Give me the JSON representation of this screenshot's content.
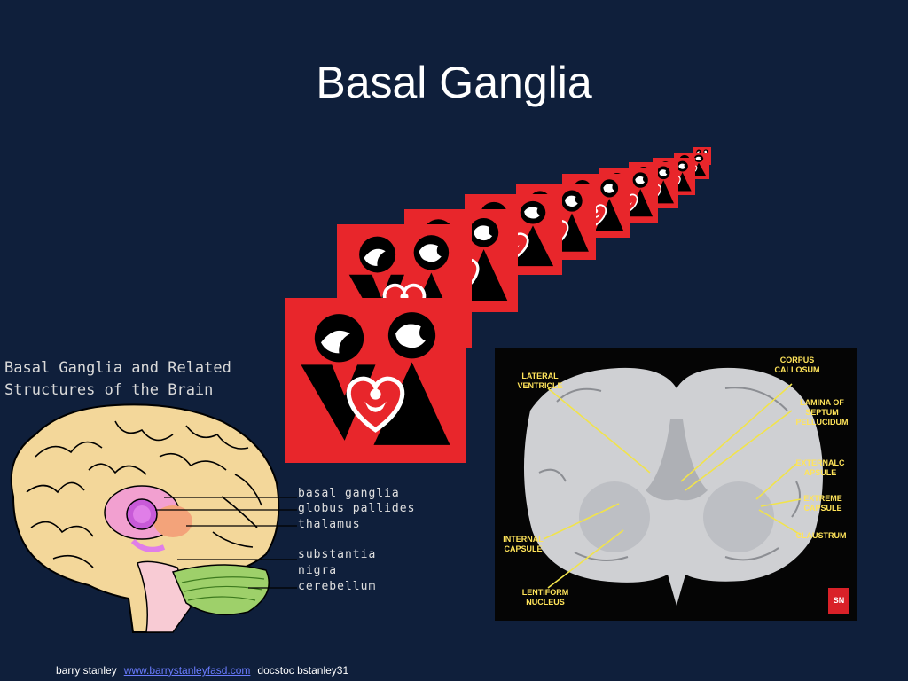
{
  "slide": {
    "title": "Basal Ganglia"
  },
  "diagram": {
    "title_line1": "Basal Ganglia and Related",
    "title_line2": "Structures of the Brain",
    "labels": {
      "basal_ganglia": "basal ganglia",
      "globus_pallides": "globus pallides",
      "thalamus": "thalamus",
      "substantia": "substantia",
      "nigra": "nigra",
      "cerebellum": "cerebellum"
    }
  },
  "photo": {
    "labels": {
      "lateral_ventricle": "LATERAL VENTRICLE",
      "corpus_callosum": "CORPUS CALLOSUM",
      "lamina": "LAMINA OF SEPTUM PELLUCIDUM",
      "external_capsule": "EXTERNALC APSULE",
      "extreme_capsule": "EXTREME CAPSULE",
      "claustrum": "CLAUSTRUM",
      "internal_capsule": "INTERNAL CAPSULE",
      "lentiform_nucleus": "LENTIFORM NUCLEUS",
      "badge": "SN"
    }
  },
  "footer": {
    "author": "barry stanley",
    "link": "www.barrystanleyfasd.com",
    "source": "docstoc  bstanley31"
  },
  "colors": {
    "background": "#0f1f3b",
    "logo_red": "#e8262b",
    "label_yellow": "#ffe45a",
    "link": "#6a7cff"
  }
}
